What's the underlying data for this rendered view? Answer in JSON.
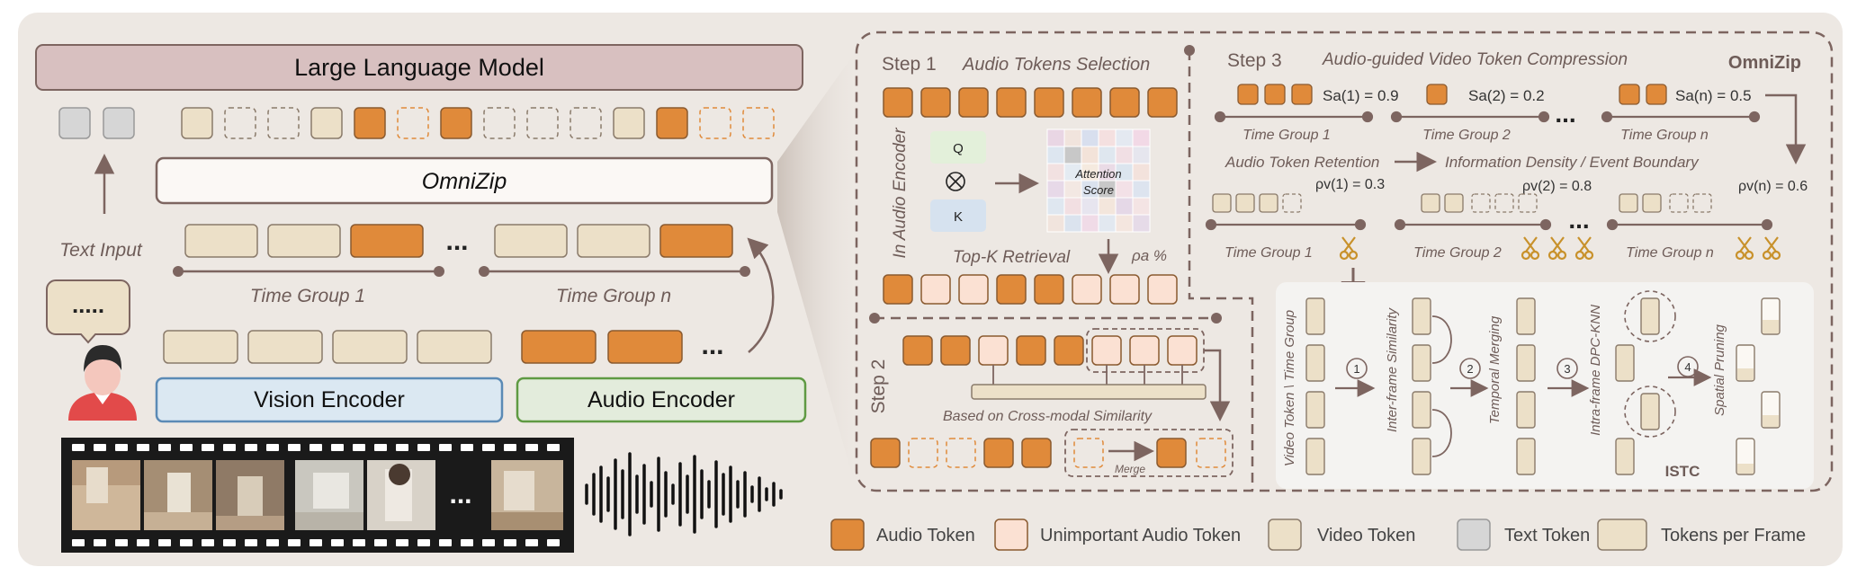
{
  "colors": {
    "audio": "#e08a3a",
    "unimportant": "#fbe1d3",
    "video": "#ece0c8",
    "text_token": "#d6d6d6",
    "panel": "#ede8e3",
    "brown": "#7d6560",
    "llm_fill": "#d8c0c0",
    "vision_fill": "#dbe8f2",
    "vision_stroke": "#5b8ab5",
    "audio_enc_fill": "#e3ecdc",
    "audio_enc_stroke": "#5f9a43"
  },
  "left": {
    "llm_label": "Large Language Model",
    "omnizip_label": "OmniZip",
    "text_input_label": "Text Input",
    "speech_dots": ".....",
    "time_group_1": "Time Group 1",
    "time_group_n": "Time Group n",
    "ellipsis": "...",
    "vision_encoder": "Vision Encoder",
    "audio_encoder": "Audio Encoder"
  },
  "step1": {
    "title": "Step 1",
    "subtitle": "Audio Tokens Selection",
    "in_audio_encoder": "In Audio Encoder",
    "q": "Q",
    "k": "K",
    "attention_line1": "Attention",
    "attention_line2": "Score",
    "topk": "Top-K Retrieval",
    "rho_a": "ρa %"
  },
  "step2": {
    "title": "Step 2",
    "caption": "Based on Cross-modal Similarity",
    "merge": "Merge"
  },
  "step3": {
    "title": "Step 3",
    "subtitle": "Audio-guided Video Token Compression",
    "brand": "OmniZip",
    "sa1": "Sa(1) = 0.9",
    "sa2": "Sa(2) = 0.2",
    "san": "Sa(n) = 0.5",
    "tg1": "Time Group 1",
    "tg2": "Time Group 2",
    "tgn": "Time Group n",
    "retention": "Audio Token Retention",
    "density": "Information Density / Event Boundary",
    "rv1": "ρv(1) = 0.3",
    "rv2": "ρv(2) = 0.8",
    "rvn": "ρv(n) = 0.6",
    "ellipsis": "..."
  },
  "istc": {
    "video_token_group": "Video Token \\ Time Group",
    "inter_frame": "Inter-frame Similarity",
    "temporal_merging": "Temporal Merging",
    "intra_frame": "Intra-frame DPC-KNN",
    "spatial_pruning": "Spatial Pruning",
    "label": "ISTC",
    "n1": "1",
    "n2": "2",
    "n3": "3",
    "n4": "4"
  },
  "legend": {
    "audio_token": "Audio Token",
    "unimportant": "Unimportant Audio Token",
    "video_token": "Video Token",
    "text_token": "Text Token",
    "per_frame": "Tokens per Frame"
  },
  "film": {
    "dots": "..."
  }
}
